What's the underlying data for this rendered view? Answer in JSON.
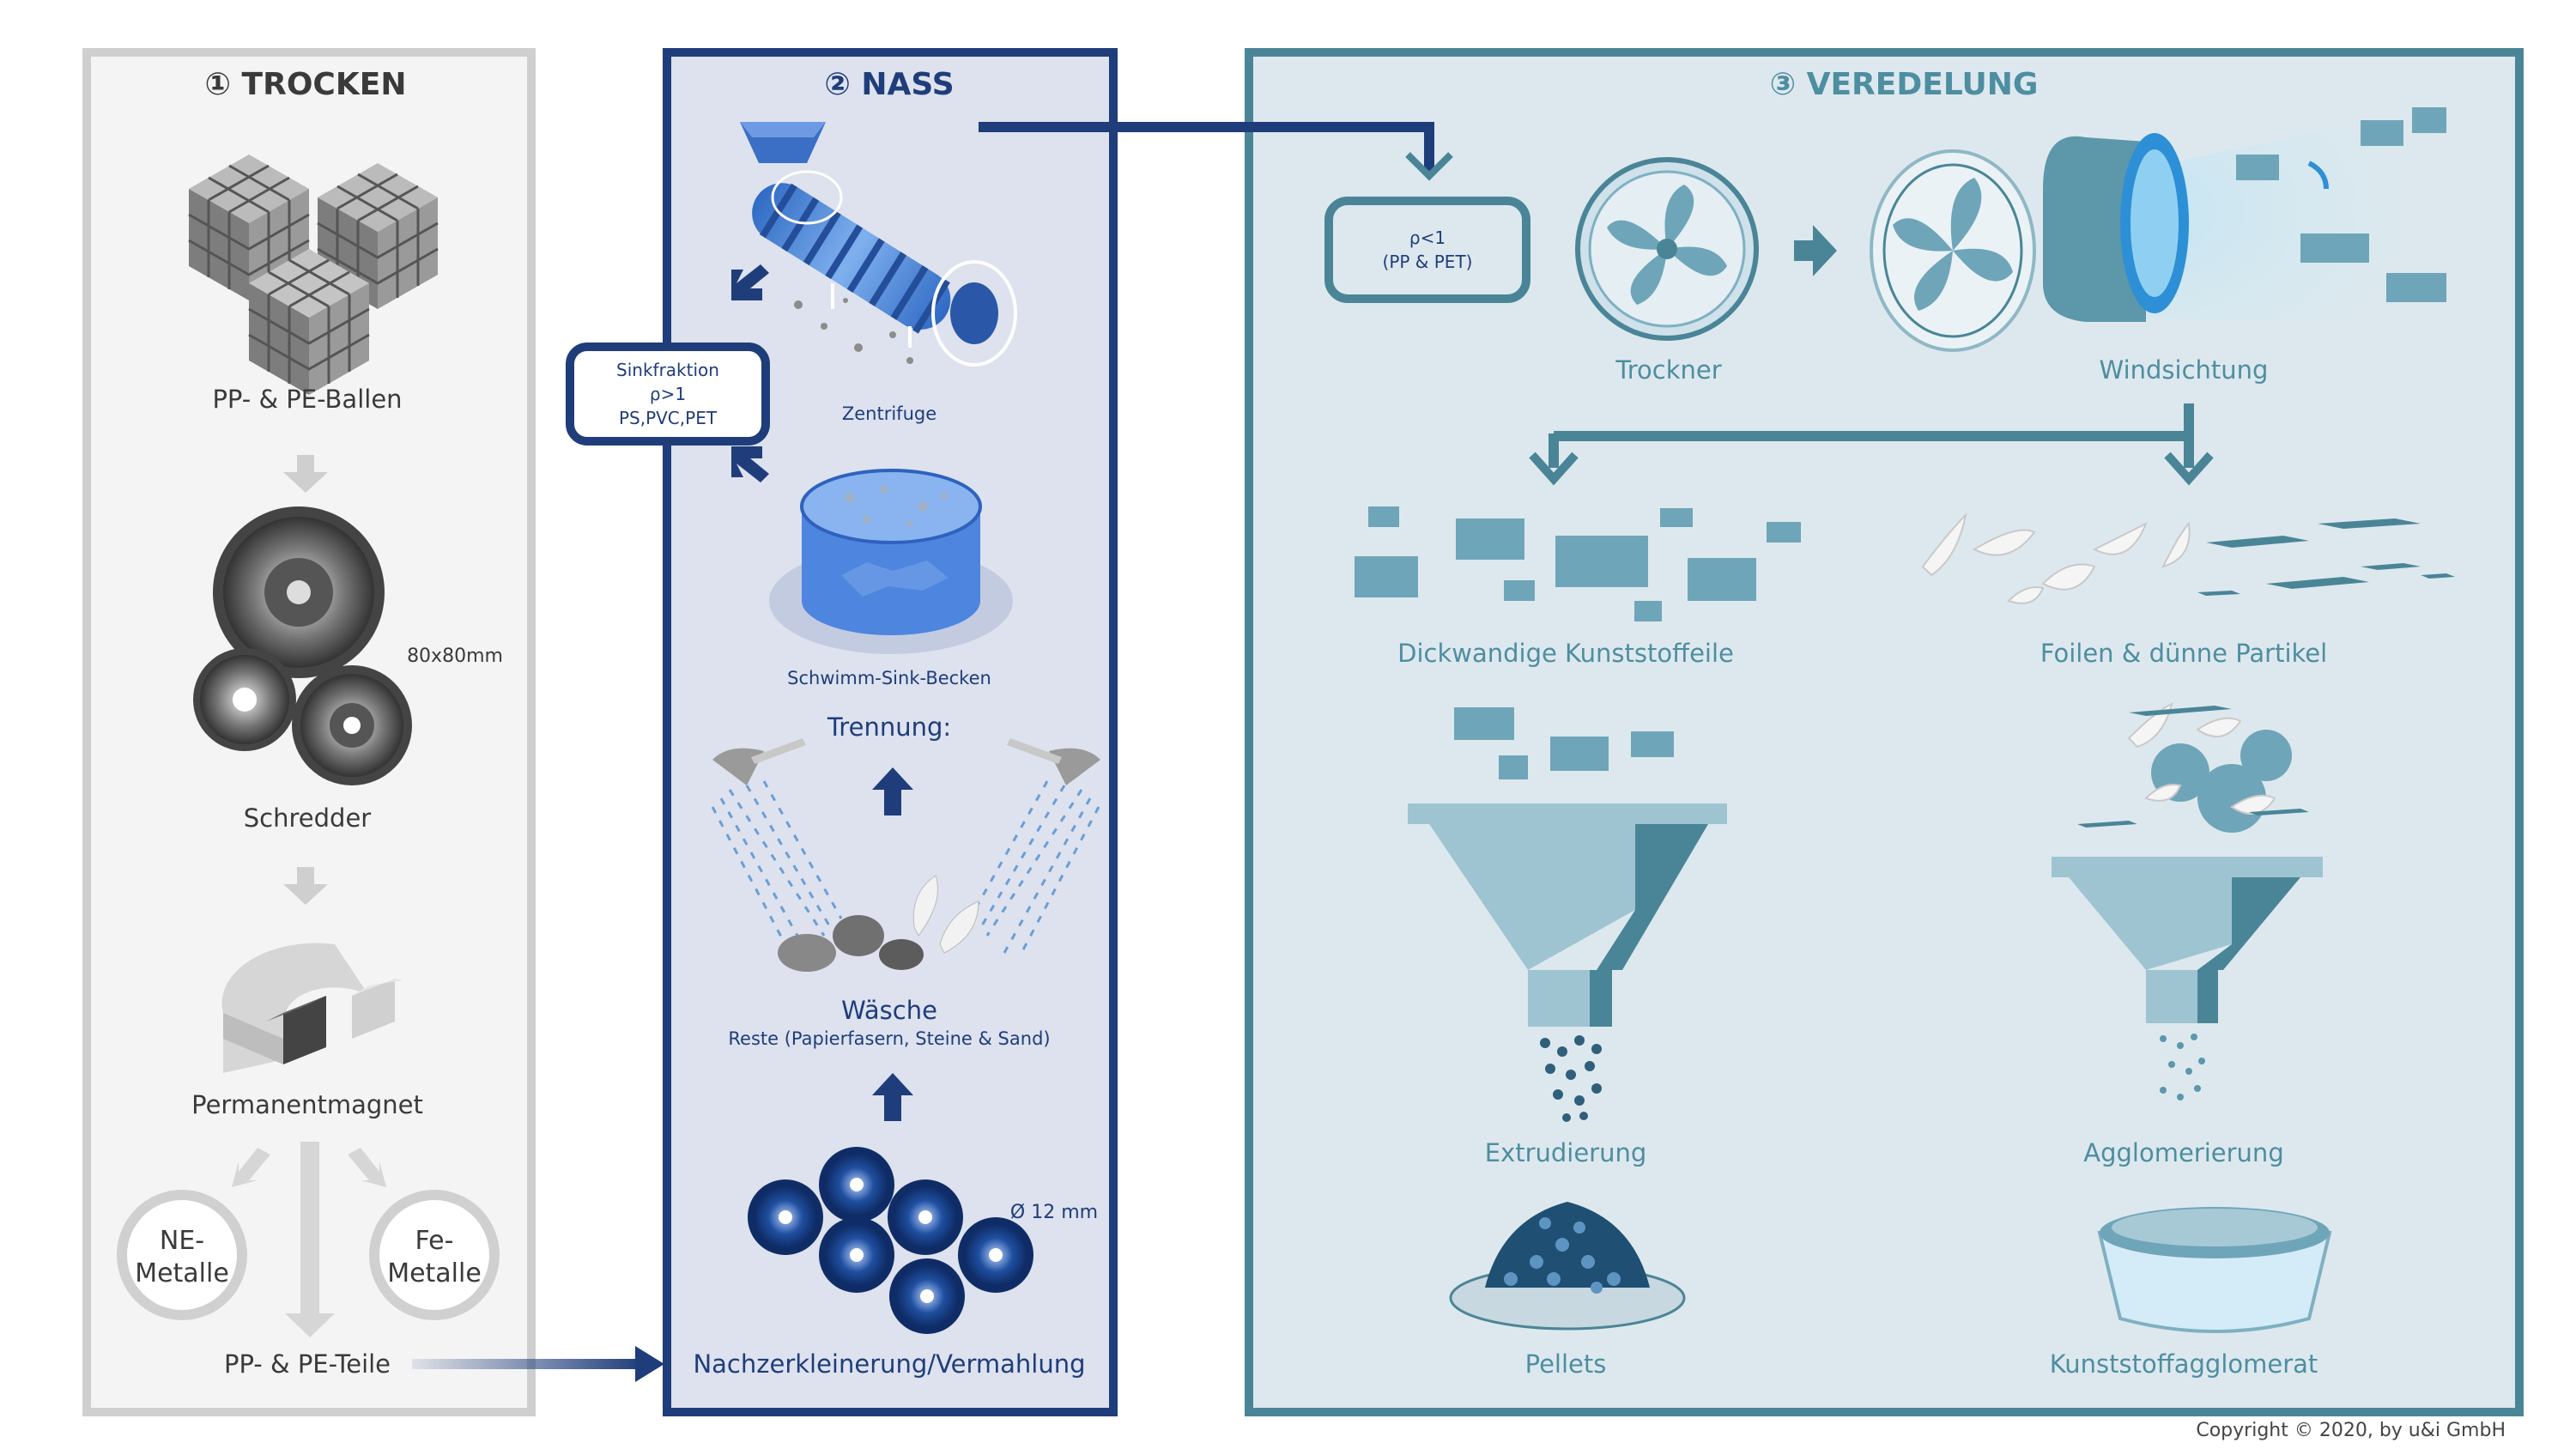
{
  "trocken": {
    "title": "① TROCKEN",
    "ballen": "PP- & PE-Ballen",
    "size": "80x80mm",
    "schredder": "Schredder",
    "magnet": "Permanentmagnet",
    "ne_1": "NE-",
    "ne_2": "Metalle",
    "fe_1": "Fe-",
    "fe_2": "Metalle",
    "teile": "PP- & PE-Teile"
  },
  "nass": {
    "title": "② NASS",
    "sink_1": "Sinkfraktion",
    "sink_2": "ρ>1",
    "sink_3": "PS,PVC,PET",
    "zentrifuge": "Zentrifuge",
    "becken": "Schwimm-Sink-Becken",
    "trennung": "Trennung:",
    "waesche": "Wäsche",
    "reste": "Reste (Papierfasern, Steine & Sand)",
    "size": "Ø 12 mm",
    "vermahlung": "Nachzerkleinerung/Vermahlung"
  },
  "veredelung": {
    "title": "③ VEREDELUNG",
    "float_1": "ρ<1",
    "float_2": "(PP & PET)",
    "trockner": "Trockner",
    "windsichtung": "Windsichtung",
    "dick": "Dickwandige Kunststoffeile",
    "foilen": "Foilen & dünne Partikel",
    "extrudierung": "Extrudierung",
    "agglomerierung": "Agglomerierung",
    "pellets": "Pellets",
    "agglomerat": "Kunststoffagglomerat"
  },
  "copyright": "Copyright © 2020, by u&i GmbH",
  "colors": {
    "trocken_border": "#cfcfcf",
    "trocken_bg": "#f3f3f3",
    "nass_border": "#1f3d7a",
    "nass_bg": "#dde2ee",
    "veredelung_border": "#4a8597",
    "veredelung_bg": "#dde8ee",
    "veredelung_text": "#4d8ea0"
  }
}
